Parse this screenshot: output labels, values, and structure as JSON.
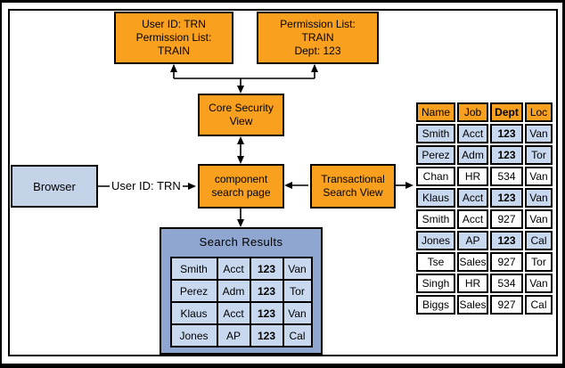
{
  "colors": {
    "orange": "#F9A11F",
    "light_blue": "#C5D3E9",
    "results_bg": "#8EA6D0",
    "cell_blue": "#C8D8EF",
    "row_white": "#FFFFFF",
    "border": "#000000"
  },
  "boxes": {
    "user_permission": {
      "lines": [
        "User ID: TRN",
        "Permission List:",
        "TRAIN"
      ]
    },
    "permission_dept": {
      "lines": [
        "Permission List:",
        "TRAIN",
        "Dept: 123"
      ]
    },
    "core_security": {
      "lines": [
        "Core Security",
        "View"
      ]
    },
    "browser": {
      "label": "Browser"
    },
    "component_search": {
      "lines": [
        "component",
        "search page"
      ]
    },
    "transactional_search": {
      "lines": [
        "Transactional",
        "Search View"
      ]
    }
  },
  "flow_labels": {
    "user_id": "User ID: TRN"
  },
  "search_results": {
    "title": "Search Results",
    "bold_value": "123",
    "rows": [
      [
        "Smith",
        "Acct",
        "123",
        "Van"
      ],
      [
        "Perez",
        "Adm",
        "123",
        "Tor"
      ],
      [
        "Klaus",
        "Acct",
        "123",
        "Van"
      ],
      [
        "Jones",
        "AP",
        "123",
        "Cal"
      ]
    ]
  },
  "data_table": {
    "headers": [
      "Name",
      "Job",
      "Dept",
      "Loc"
    ],
    "bold_header": "Dept",
    "bold_value": "123",
    "rows": [
      {
        "cells": [
          "Smith",
          "Acct",
          "123",
          "Van"
        ],
        "highlight": true
      },
      {
        "cells": [
          "Perez",
          "Adm",
          "123",
          "Tor"
        ],
        "highlight": true
      },
      {
        "cells": [
          "Chan",
          "HR",
          "534",
          "Van"
        ],
        "highlight": false
      },
      {
        "cells": [
          "Klaus",
          "Acct",
          "123",
          "Van"
        ],
        "highlight": true
      },
      {
        "cells": [
          "Smith",
          "Acct",
          "927",
          "Van"
        ],
        "highlight": false
      },
      {
        "cells": [
          "Jones",
          "AP",
          "123",
          "Cal"
        ],
        "highlight": true
      },
      {
        "cells": [
          "Tse",
          "Sales",
          "927",
          "Tor"
        ],
        "highlight": false
      },
      {
        "cells": [
          "Singh",
          "HR",
          "534",
          "Van"
        ],
        "highlight": false
      },
      {
        "cells": [
          "Biggs",
          "Sales",
          "927",
          "Cal"
        ],
        "highlight": false
      }
    ]
  }
}
